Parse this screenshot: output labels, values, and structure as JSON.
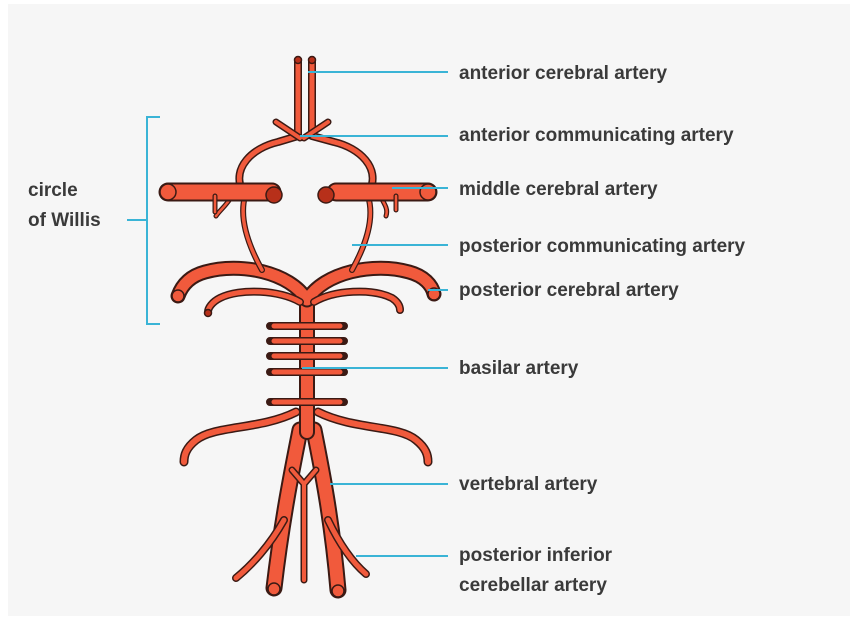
{
  "background_color": "#f6f6f6",
  "vessel_color": "#f15a3c",
  "outline_color": "#3b1a14",
  "leader_color": "#3ab4d6",
  "labels": {
    "anterior_cerebral": "anterior cerebral artery",
    "anterior_communicating": "anterior communicating artery",
    "middle_cerebral": "middle cerebral artery",
    "posterior_communicating": "posterior communicating artery",
    "posterior_cerebral": "posterior cerebral artery",
    "basilar": "basilar artery",
    "vertebral": "vertebral artery",
    "posterior_inferior_cerebellar_line1": "posterior inferior",
    "posterior_inferior_cerebellar_line2": "cerebellar artery",
    "circle_of_willis_line1": "circle",
    "circle_of_willis_line2": "of Willis"
  }
}
